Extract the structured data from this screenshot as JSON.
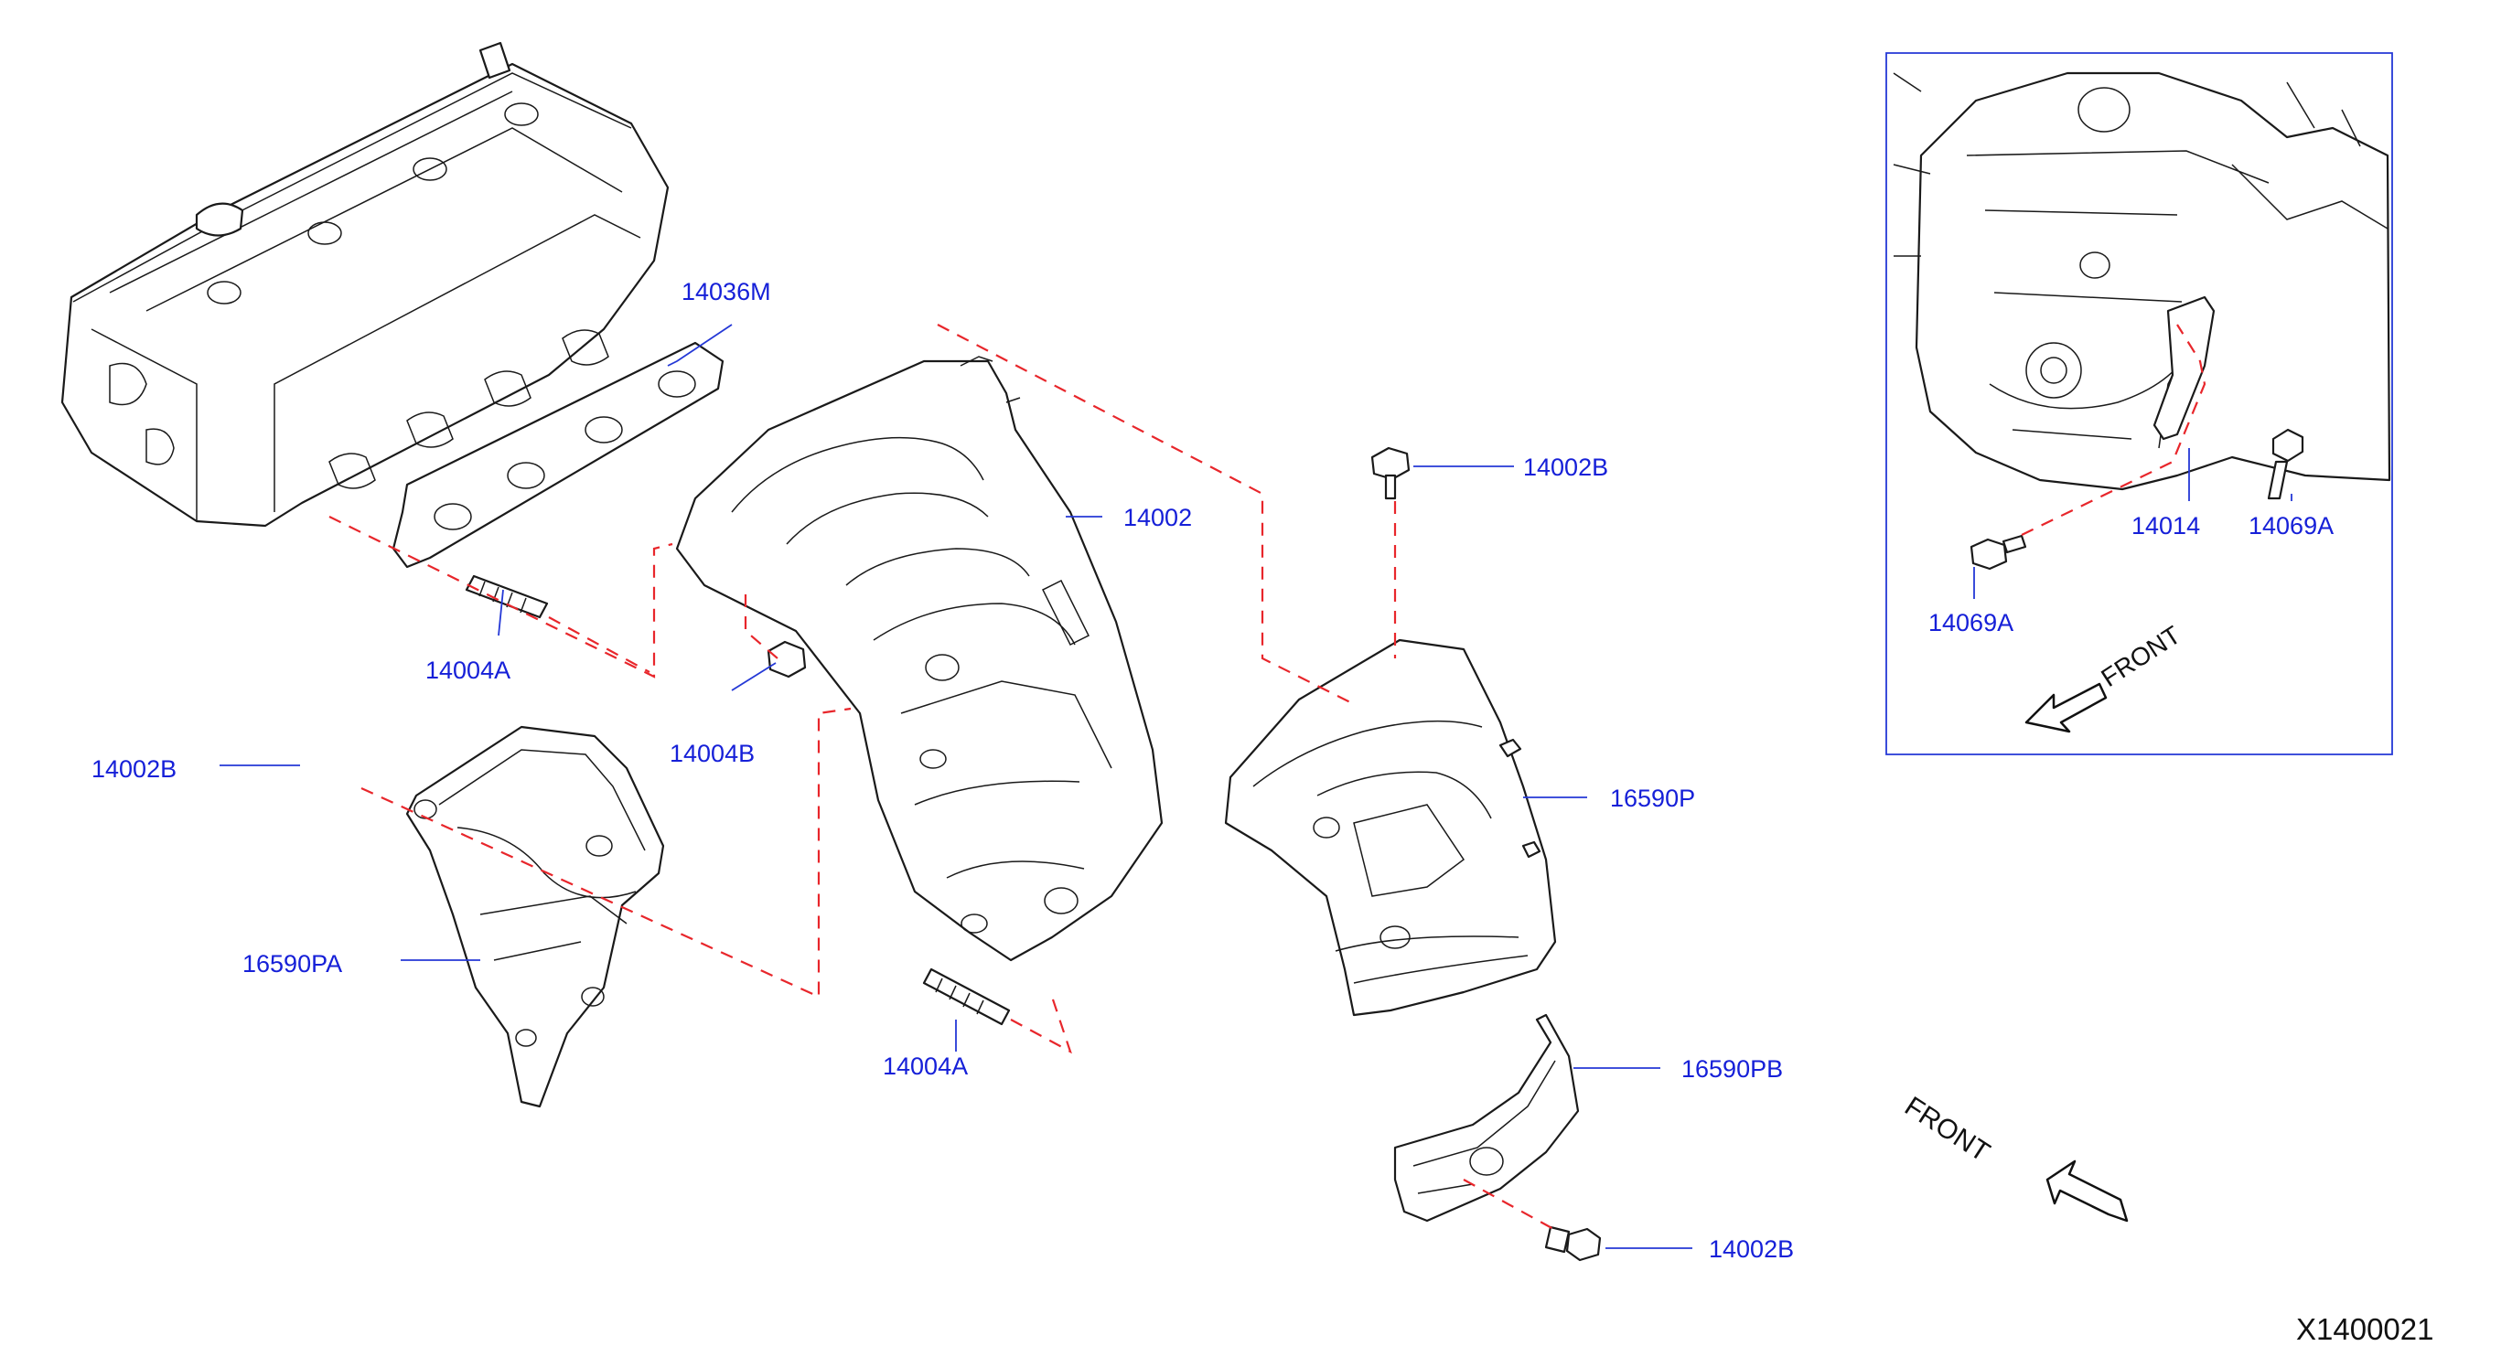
{
  "diagram_id": "X1400021",
  "front_label": "FRONT",
  "inset_front_label": "FRONT",
  "parts": {
    "gasket": "14036M",
    "manifold": "14002",
    "bolt_top": "14002B",
    "stud_upper": "14004A",
    "nut": "14004B",
    "bolt_left": "14002B",
    "cover_left": "16590PA",
    "stud_lower": "14004A",
    "cover_right": "16590P",
    "cover_lower": "16590PB",
    "bolt_lower": "14002B"
  },
  "inset": {
    "bracket": "14014",
    "bolt_a": "14069A",
    "bolt_b": "14069A"
  },
  "colors": {
    "label_color": "#1620d8",
    "dash_color": "#e8262b",
    "line_color": "#1a1a1a"
  }
}
